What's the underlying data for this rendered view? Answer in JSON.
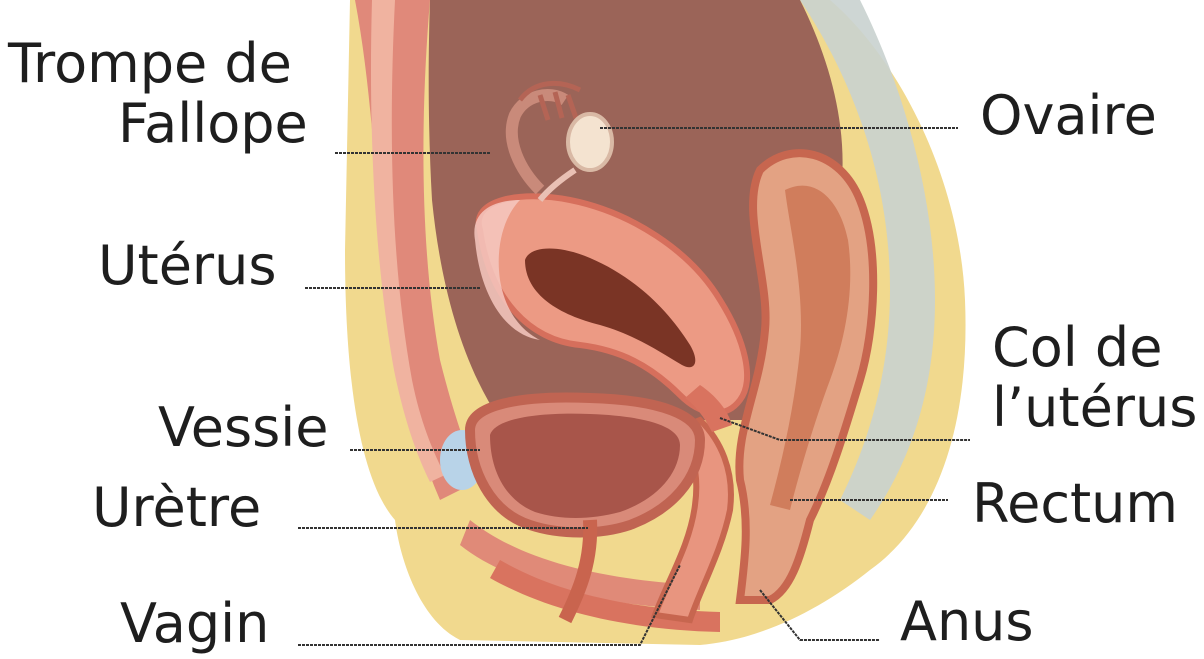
{
  "labels": {
    "trompe_de_fallope": {
      "line1": "Trompe de",
      "line2": "Fallope"
    },
    "uterus": "Utérus",
    "vessie": "Vessie",
    "uretre": "Urètre",
    "vagin": "Vagin",
    "ovaire": "Ovaire",
    "col_de_luterus": {
      "line1": "Col de",
      "line2": "l’utérus"
    },
    "rectum": "Rectum",
    "anus": "Anus"
  },
  "colors": {
    "skin": "#f1d98e",
    "body_cavity": "#9b6458",
    "muscle_wall": "#e0897a",
    "uterus": "#ec9a84",
    "uterine_cavity": "#7a3425",
    "bladder": "#d98a79",
    "bladder_inner": "#a8554a",
    "rectum": "#d98a6e",
    "spine": "#c9d2cf",
    "fluid_blue": "#b8d3e8",
    "leader_line": "#333333"
  }
}
